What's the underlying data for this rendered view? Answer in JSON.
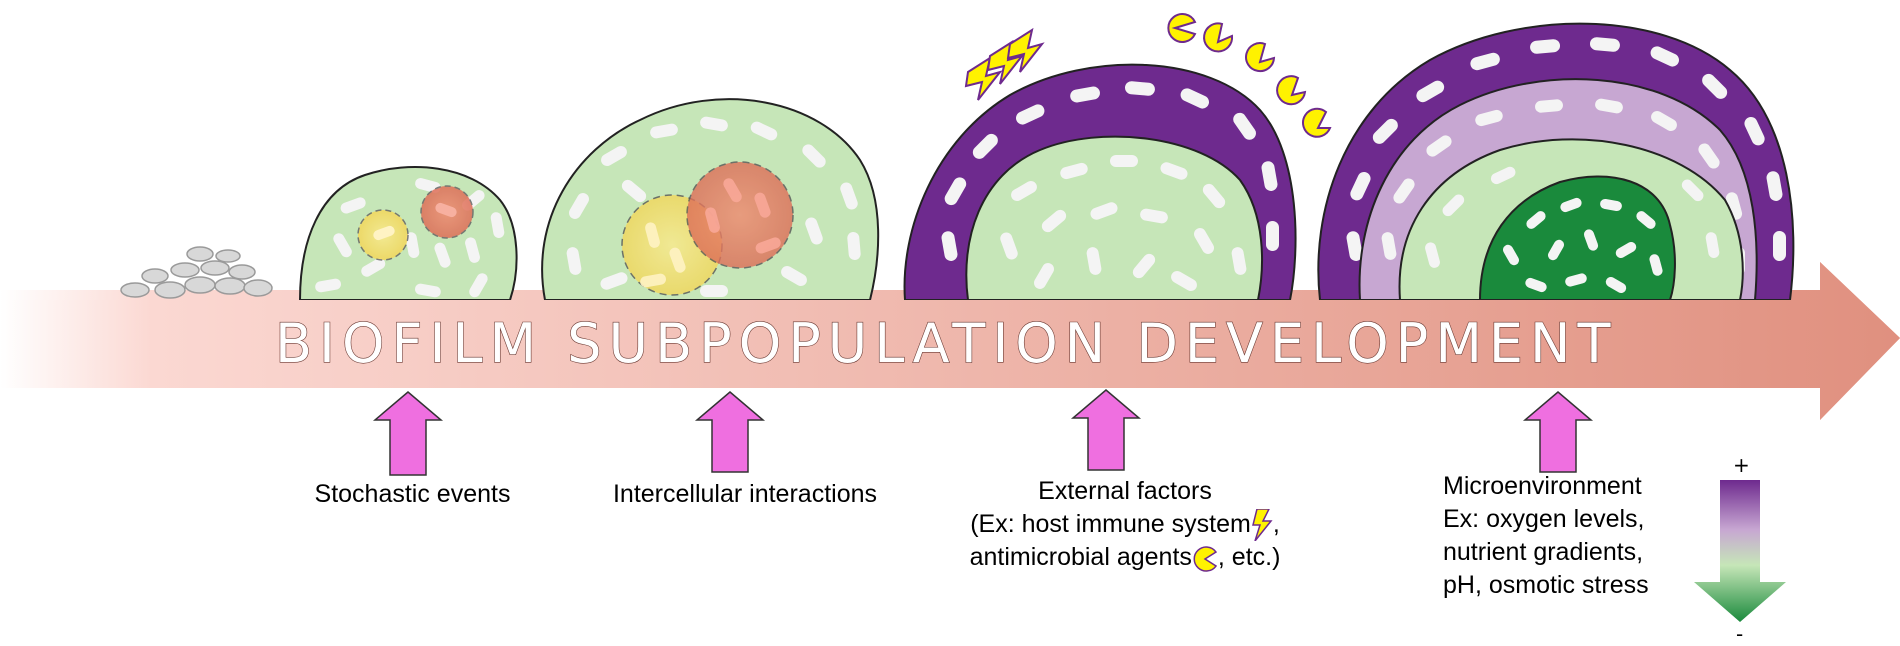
{
  "banner": {
    "title": "BIOFILM SUBPOPULATION DEVELOPMENT",
    "gradient_start": "#fde9e6",
    "gradient_end": "#e29587"
  },
  "colors": {
    "green_matrix": "#c6e6b8",
    "green_core": "#1a8a3c",
    "purple_outer": "#6e2a8e",
    "lavender_mid": "#c7a7d2",
    "pink_arrow": "#ef6fe0",
    "yellow_bolt": "#fff200",
    "red_subpop": "#e4735b",
    "yellow_subpop": "#f5e36a"
  },
  "stages": [
    {
      "label": "Stochastic events"
    },
    {
      "label": "Intercellular interactions"
    },
    {
      "label": "External factors",
      "sublabel_1": "(Ex: host immune system",
      "sublabel_1_end": ",",
      "sublabel_2": "antimicrobial agents",
      "sublabel_2_end": ", etc.)"
    },
    {
      "label": "Microenvironment",
      "details": [
        "Ex: oxygen levels,",
        "nutrient gradients,",
        "pH, osmotic stress"
      ]
    }
  ],
  "gradient_key": {
    "top_sign": "+",
    "bottom_sign": "-"
  },
  "icons": {
    "bolt": "lightning-bolt-icon",
    "pacman": "pacman-icon",
    "up_arrow": "up-arrow-icon"
  }
}
